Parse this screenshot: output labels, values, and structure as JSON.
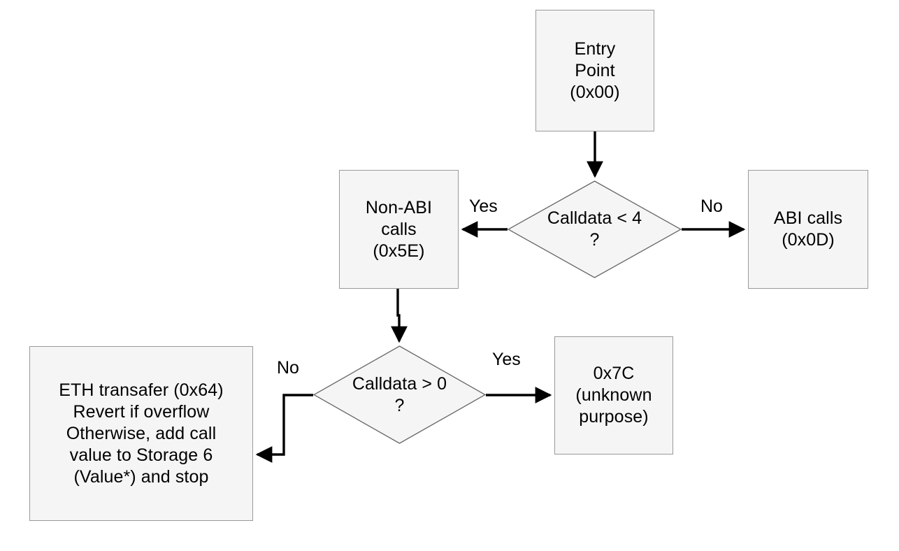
{
  "diagram": {
    "type": "flowchart",
    "title": "",
    "background_color": "#ffffff",
    "node_fill_color": "#f5f5f5",
    "node_border_color": "#9a9a9a",
    "edge_color": "#000000",
    "text_color": "#000000"
  },
  "nodes": {
    "entry_point": {
      "shape": "rectangle",
      "label": "Entry\nPoint\n(0x00)"
    },
    "calldata_lt_4": {
      "shape": "diamond",
      "label": "Calldata < 4\n?"
    },
    "non_abi_calls": {
      "shape": "rectangle",
      "label": "Non-ABI\ncalls\n(0x5E)"
    },
    "abi_calls": {
      "shape": "rectangle",
      "label": "ABI calls\n(0x0D)"
    },
    "calldata_gt_0": {
      "shape": "diamond",
      "label": "Calldata > 0\n?"
    },
    "unknown_purpose": {
      "shape": "rectangle",
      "label": "0x7C\n(unknown\npurpose)"
    },
    "eth_transfer": {
      "shape": "rectangle",
      "label": "ETH transafer (0x64)\nRevert if overflow\nOtherwise, add call\nvalue to Storage 6\n(Value*) and stop"
    }
  },
  "edges": [
    {
      "id": "entry-to-calldata-lt-4",
      "from": "entry_point",
      "to": "calldata_lt_4",
      "label": ""
    },
    {
      "id": "calldata-lt-4-yes",
      "from": "calldata_lt_4",
      "to": "non_abi_calls",
      "label": "Yes"
    },
    {
      "id": "calldata-lt-4-no",
      "from": "calldata_lt_4",
      "to": "abi_calls",
      "label": "No"
    },
    {
      "id": "non-abi-to-calldata-gt-0",
      "from": "non_abi_calls",
      "to": "calldata_gt_0",
      "label": ""
    },
    {
      "id": "calldata-gt-0-yes",
      "from": "calldata_gt_0",
      "to": "unknown_purpose",
      "label": "Yes"
    },
    {
      "id": "calldata-gt-0-no",
      "from": "calldata_gt_0",
      "to": "eth_transfer",
      "label": "No"
    }
  ],
  "edge_labels": {
    "lt4_yes": "Yes",
    "lt4_no": "No",
    "gt0_yes": "Yes",
    "gt0_no": "No"
  }
}
